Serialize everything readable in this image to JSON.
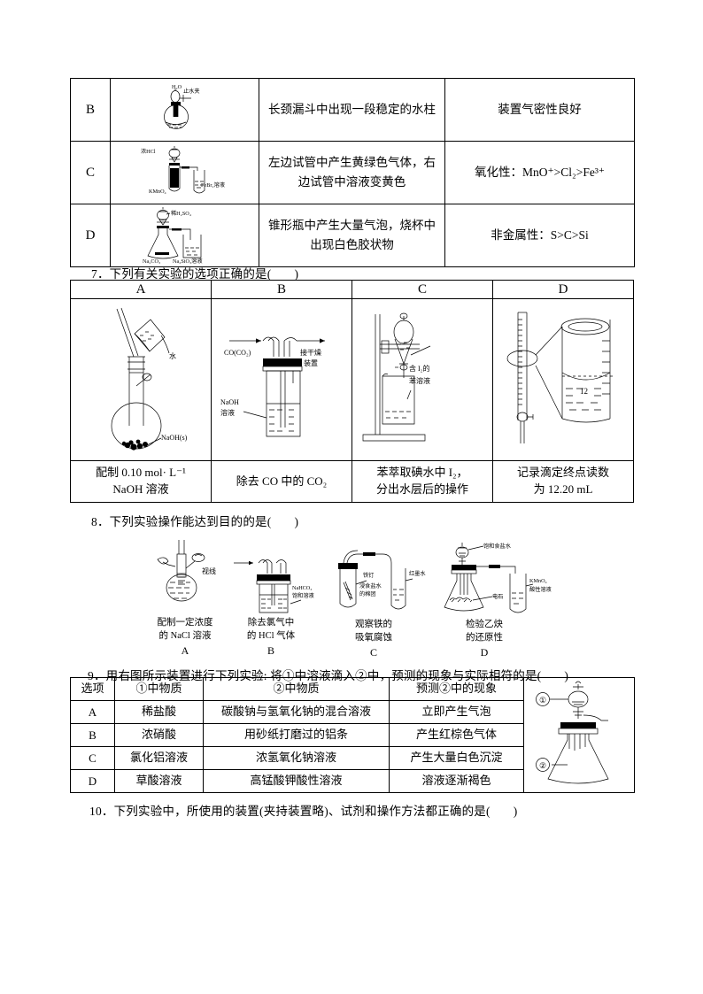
{
  "document": {
    "language": "zh-CN",
    "type": "chemistry-exam-page"
  },
  "q6_table": {
    "rows": [
      {
        "option": "B",
        "figure_labels": [
          "H₂O",
          "止水夹"
        ],
        "phenomenon": "长颈漏斗中出现一段稳定的水柱",
        "conclusion": "装置气密性良好"
      },
      {
        "option": "C",
        "figure_labels": [
          "浓HCl",
          "KMnO₄",
          "FeBr₂溶液"
        ],
        "phenomenon": "左边试管中产生黄绿色气体，右边试管中溶液变黄色",
        "conclusion": "氧化性：MnO⁺>Cl₂>Fe³⁺"
      },
      {
        "option": "D",
        "figure_labels": [
          "稀H₂SO₄",
          "Na₂CO₃",
          "Na₂SiO₃溶液"
        ],
        "phenomenon": "锥形瓶中产生大量气泡，烧杯中出现白色胶状物",
        "conclusion": "非金属性：S>C>Si"
      }
    ]
  },
  "q7": {
    "number": "7",
    "stem": "下列有关实验的选项正确的是(",
    "stem_close": ")",
    "headers": [
      "A",
      "B",
      "C",
      "D"
    ],
    "figure_labels": {
      "a": [
        "水",
        "NaOH(s)"
      ],
      "b": [
        "CO(CO₂)",
        "接干燥",
        "装置",
        "NaOH",
        "溶液"
      ],
      "c": [
        "含 I₂的",
        "苯溶液"
      ],
      "d": [
        "12"
      ]
    },
    "captions": [
      "配制 0.10 mol· L⁻¹ NaOH 溶液",
      "除去 CO 中的 CO₂",
      "苯萃取碘水中 I₂，分出水层后的操作",
      "记录滴定终点读数为 12.20 mL"
    ],
    "caption_lines": [
      [
        "配制 0.10 mol· L⁻¹",
        "NaOH 溶液"
      ],
      [
        "除去 CO 中的 CO₂"
      ],
      [
        "苯萃取碘水中 I₂，",
        "分出水层后的操作"
      ],
      [
        "记录滴定终点读数",
        "为 12.20 mL"
      ]
    ]
  },
  "q8": {
    "number": "8",
    "stem": "下列实验操作能达到目的的是(",
    "stem_close": ")",
    "items": [
      {
        "letter": "A",
        "labels": [
          "视线"
        ],
        "caption_lines": [
          "配制一定浓度",
          "的 NaCl 溶液"
        ]
      },
      {
        "letter": "B",
        "labels": [
          "NaHCO₃",
          "饱和溶液"
        ],
        "caption_lines": [
          "除去氯气中",
          "的 HCl 气体"
        ]
      },
      {
        "letter": "C",
        "labels": [
          "铁钉",
          "浸食盐水",
          "的棉团",
          "红墨水"
        ],
        "caption_lines": [
          "观察铁的",
          "吸氧腐蚀"
        ]
      },
      {
        "letter": "D",
        "labels": [
          "饱和食盐水",
          "电石",
          "KMnO₄",
          "酸性溶液"
        ],
        "caption_lines": [
          "检验乙炔",
          "的还原性"
        ]
      }
    ]
  },
  "q9": {
    "number": "9",
    "stem": "用右图所示装置进行下列实验: 将①中溶液滴入②中，预测的现象与实际相符的是(",
    "stem_close": ")",
    "headers": [
      "选项",
      "①中物质",
      "②中物质",
      "预测②中的现象"
    ],
    "rows": [
      {
        "option": "A",
        "substance1": "稀盐酸",
        "substance2": "碳酸钠与氢氧化钠的混合溶液",
        "prediction": "立即产生气泡"
      },
      {
        "option": "B",
        "substance1": "浓硝酸",
        "substance2": "用砂纸打磨过的铝条",
        "prediction": "产生红棕色气体"
      },
      {
        "option": "C",
        "substance1": "氯化铝溶液",
        "substance2": "浓氢氧化钠溶液",
        "prediction": "产生大量白色沉淀"
      },
      {
        "option": "D",
        "substance1": "草酸溶液",
        "substance2": "高锰酸钾酸性溶液",
        "prediction": "溶液逐渐褐色"
      }
    ],
    "figure_labels": [
      "①",
      "②"
    ]
  },
  "q10": {
    "number": "10",
    "stem": "下列实验中，所使用的装置(夹持装置略)、试剂和操作方法都正确的是(",
    "stem_close": ")"
  },
  "colors": {
    "ink": "#000000",
    "paper": "#ffffff"
  }
}
